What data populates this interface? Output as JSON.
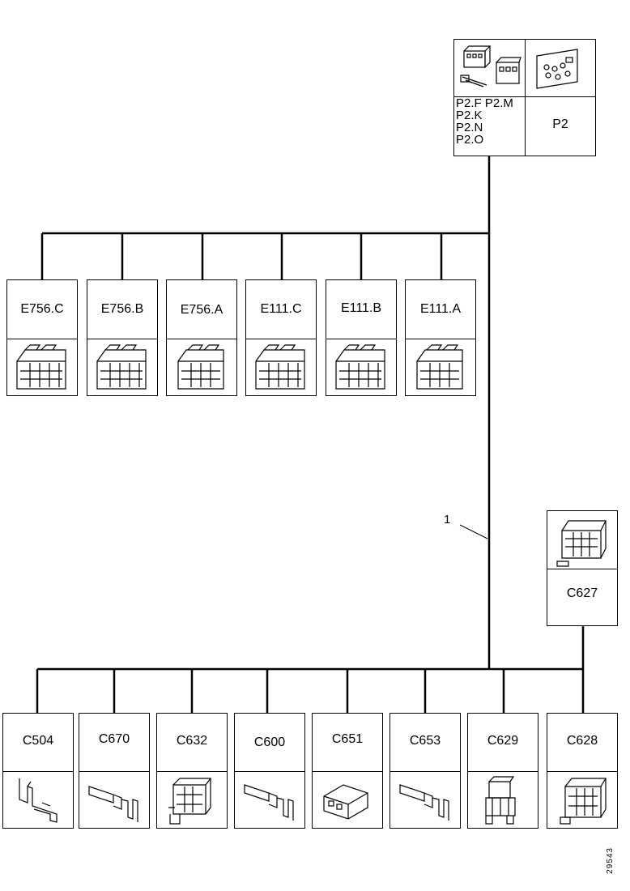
{
  "p2_block": {
    "codes": [
      "P2.F P2.M",
      "P2.K",
      "P2.N",
      "P2.O"
    ],
    "label": "P2"
  },
  "e_row": [
    {
      "label": "E756.C"
    },
    {
      "label": "E756.B"
    },
    {
      "label": "E756.A"
    },
    {
      "label": "E111.C"
    },
    {
      "label": "E111.B"
    },
    {
      "label": "E111.A"
    }
  ],
  "c627": {
    "label": "C627"
  },
  "c_row": [
    {
      "label": "C504"
    },
    {
      "label": "C670"
    },
    {
      "label": "C632"
    },
    {
      "label": "C600"
    },
    {
      "label": "C651"
    },
    {
      "label": "C653"
    },
    {
      "label": "C629"
    },
    {
      "label": "C628"
    }
  ],
  "callout": "1",
  "doc_ref": "29543"
}
